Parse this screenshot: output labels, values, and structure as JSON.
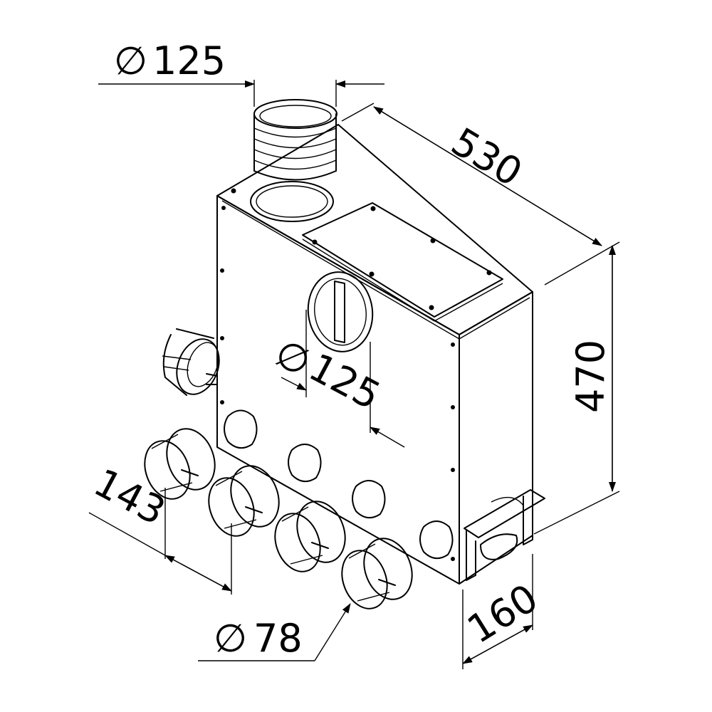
{
  "dimensions": {
    "top_outlet_diameter": "125",
    "front_outlet_diameter": "125",
    "width": "530",
    "height": "470",
    "depth": "160",
    "spigot_spacing": "143",
    "spigot_diameter": "78"
  },
  "symbols": {
    "diameter": "∅"
  },
  "colors": {
    "line": "#000000",
    "background": "#ffffff"
  }
}
